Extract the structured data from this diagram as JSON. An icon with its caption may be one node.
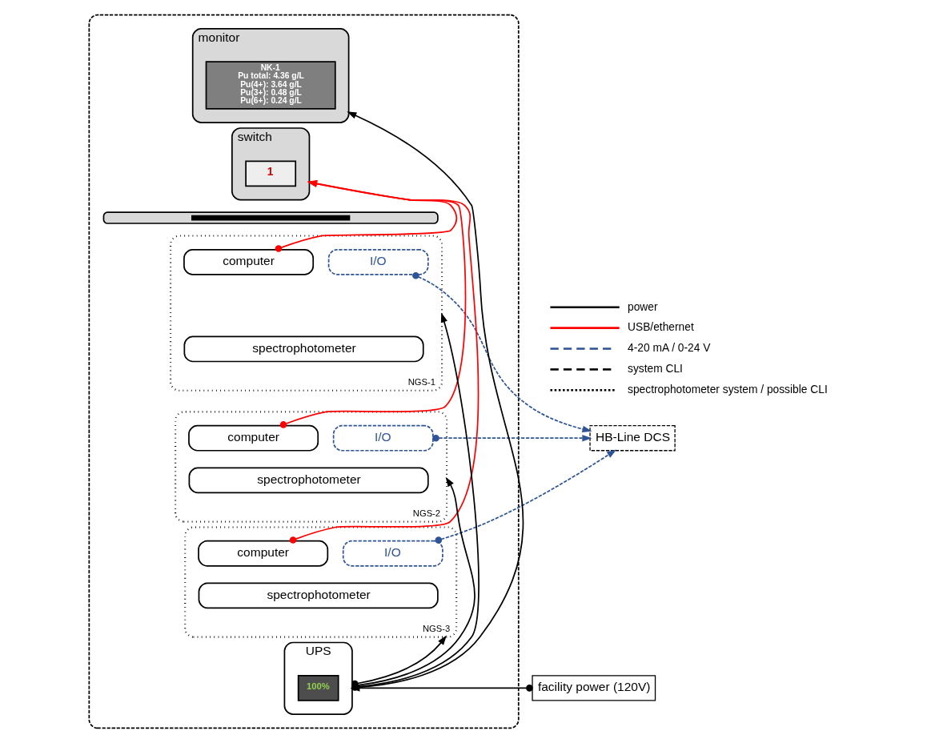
{
  "diagram": {
    "nodes": [
      {
        "text": [],
        "shape": "box"
      },
      {
        "text": [
          "monitor"
        ],
        "in": 0
      },
      {
        "text": [
          "NK-1",
          "Pu total: 4.36 g/L",
          "Pu(4+): 3.64 g/L",
          "Pu(3+): 0.48 g/L",
          "Pu(6+): 0.24 g/L"
        ],
        "in": 1
      },
      {
        "text": [
          "switch"
        ],
        "in": 0
      },
      {
        "text": [
          "1"
        ],
        "in": 3
      },
      {
        "text": [],
        "shape": "bar",
        "in": 0
      },
      {
        "text": [
          "NGS-1"
        ],
        "in": 0
      },
      {
        "text": [
          "computer"
        ],
        "in": 6
      },
      {
        "text": [
          "I/O"
        ],
        "in": 6
      },
      {
        "text": [
          "spectrophotometer"
        ],
        "in": 6
      },
      {
        "text": [
          "NGS-2"
        ],
        "in": 0
      },
      {
        "text": [
          "computer"
        ],
        "in": 10
      },
      {
        "text": [
          "I/O"
        ],
        "in": 10
      },
      {
        "text": [
          "spectrophotometer"
        ],
        "in": 10
      },
      {
        "text": [
          "NGS-3"
        ],
        "in": 0
      },
      {
        "text": [
          "computer"
        ],
        "in": 14
      },
      {
        "text": [
          "I/O"
        ],
        "in": 14
      },
      {
        "text": [
          "spectrophotometer"
        ],
        "in": 14
      },
      {
        "text": [
          "UPS"
        ],
        "in": 0
      },
      {
        "text": [
          "100%"
        ],
        "in": 18
      },
      {
        "text": [
          "HB-Line DCS"
        ]
      },
      {
        "text": [
          "facility power (120V)"
        ]
      }
    ],
    "edges": [
      {
        "from": 18,
        "to": 1,
        "arrow": "to"
      },
      {
        "from": 18,
        "to": 6,
        "arrow": "to"
      },
      {
        "from": 18,
        "to": 10,
        "arrow": "to"
      },
      {
        "from": 18,
        "to": 14,
        "arrow": "to"
      },
      {
        "from": 7,
        "to": 3,
        "arrow": "to",
        "color": "#ff0000"
      },
      {
        "from": 11,
        "to": 3,
        "arrow": "to",
        "color": "#ff0000"
      },
      {
        "from": 15,
        "to": 3,
        "arrow": "to",
        "color": "#ff0000"
      },
      {
        "from": 8,
        "to": 20,
        "arrow": "to",
        "style": "dashed",
        "color": "#2f5597"
      },
      {
        "from": 12,
        "to": 20,
        "arrow": "to",
        "style": "dashed",
        "color": "#2f5597"
      },
      {
        "from": 16,
        "to": 20,
        "arrow": "to",
        "style": "dashed",
        "color": "#2f5597"
      },
      {
        "from": 21,
        "to": 18,
        "arrow": "to"
      }
    ],
    "legend": [
      {
        "text": "power"
      },
      {
        "text": "USB/ethernet"
      },
      {
        "text": "4-20 mA / 0-24 V"
      },
      {
        "text": "system CLI"
      },
      {
        "text": "spectrophotometer system / possible CLI"
      }
    ]
  }
}
